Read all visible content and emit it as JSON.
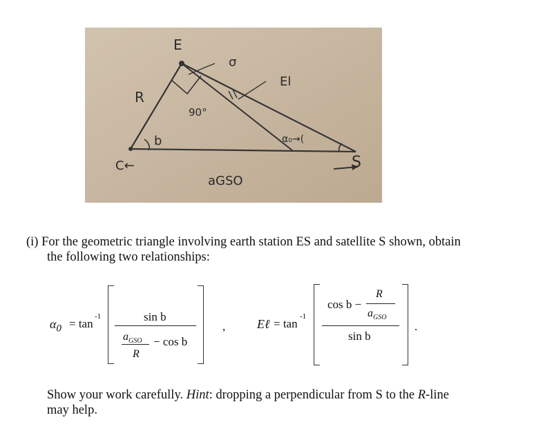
{
  "figure": {
    "labels": {
      "E": "E",
      "sigma": "σ",
      "El": "El",
      "R": "R",
      "ninety": "90°",
      "b": "b",
      "alpha_arrow": "α₀→(",
      "C": "C←",
      "S": "S",
      "aGSO": "aGSO"
    }
  },
  "question": {
    "number": "(i)",
    "text_line1": "For the geometric triangle involving earth station ES and satellite S shown, obtain",
    "text_line2": "the following two relationships:"
  },
  "eq1": {
    "lhs": "α",
    "lhs_sub": "0",
    "equals_tan": "= tan",
    "sup": "-1",
    "numerator": "sin b",
    "den_frac_num": "a",
    "den_frac_num_sub": "GSO",
    "den_frac_den": "R",
    "den_minus": "− cos b"
  },
  "separator": ",",
  "eq2": {
    "lhs": "Eℓ",
    "equals_tan": "= tan",
    "sup": "-1",
    "num_cos": "cos b −",
    "num_frac_num": "R",
    "num_frac_den": "a",
    "num_frac_den_sub": "GSO",
    "denominator": "sin b",
    "period": "."
  },
  "hint": {
    "text1": "Show your work carefully.",
    "hint_label": "Hint",
    "text2": ":  dropping a perpendicular from S to the ",
    "rline": "R",
    "text3": "-line",
    "text4": "may help."
  }
}
